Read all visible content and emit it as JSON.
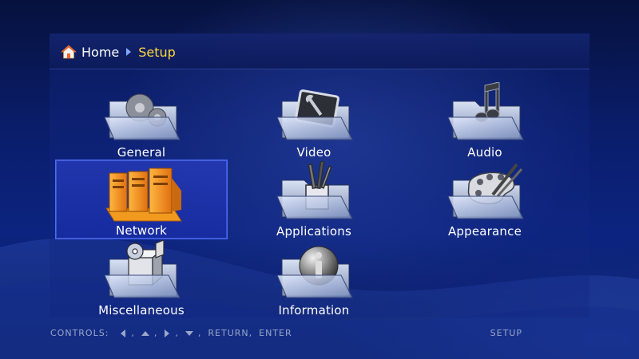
{
  "breadcrumb": {
    "home_label": "Home",
    "current_label": "Setup",
    "home_icon": "house-icon",
    "separator_icon": "triangle-right-icon"
  },
  "colors": {
    "breadcrumb_current": "#ffd83a",
    "selection_border": "#4a6cff",
    "footer_text": "#9aa7c9"
  },
  "menu": {
    "selected_index": 3,
    "items": [
      {
        "label": "General",
        "icon": "gears-folder-icon"
      },
      {
        "label": "Video",
        "icon": "video-folder-icon"
      },
      {
        "label": "Audio",
        "icon": "music-note-folder-icon"
      },
      {
        "label": "Network",
        "icon": "computer-towers-folder-icon"
      },
      {
        "label": "Applications",
        "icon": "tools-cup-folder-icon"
      },
      {
        "label": "Appearance",
        "icon": "paint-palette-folder-icon"
      },
      {
        "label": "Miscellaneous",
        "icon": "box-disc-folder-icon"
      },
      {
        "label": "Information",
        "icon": "info-sphere-folder-icon"
      }
    ]
  },
  "footer": {
    "controls_label": "CONTROLS:",
    "controls": [
      "left-arrow-icon",
      "up-arrow-icon",
      "right-arrow-icon",
      "down-arrow-icon"
    ],
    "return_label": "RETURN,",
    "enter_label": "ENTER",
    "section_label": "SETUP"
  }
}
